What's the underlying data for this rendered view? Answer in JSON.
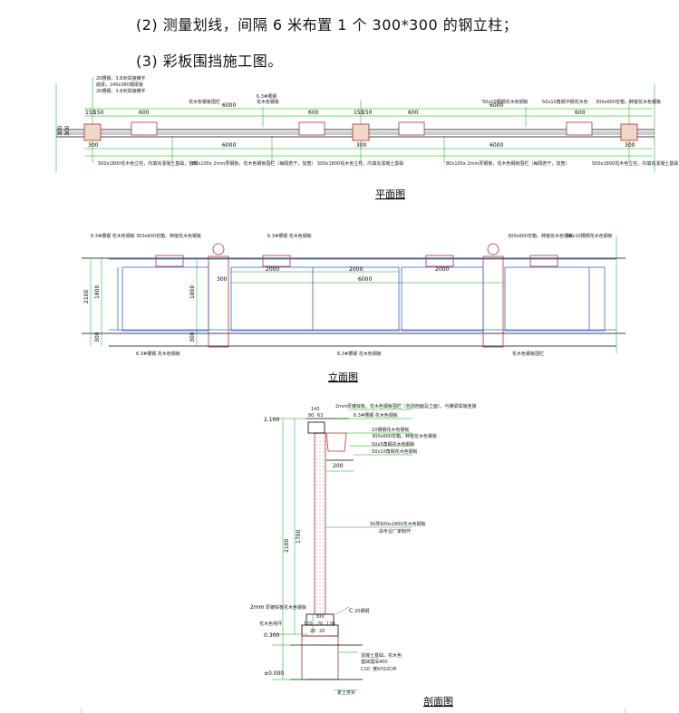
{
  "text": {
    "step2": "(2) 测量划线，间隔 6 米布置 1 个 300*300 的钢立柱；",
    "step3": "(3) 彩板围挡施工图。"
  },
  "plan": {
    "caption": "平面图",
    "notes_top": [
      "20槽钢，3.8米焊接横字",
      "底梁，240x360钢梁板",
      "20槽钢，3.8米焊接横字"
    ],
    "dims_top": [
      "150",
      "150",
      "600",
      "6000",
      "600",
      "150",
      "150",
      "600",
      "6000",
      "600"
    ],
    "dims_bottom": [
      "300",
      "6000",
      "300",
      "6000",
      "300"
    ],
    "dims_left": [
      "300",
      "300"
    ],
    "callouts_top": [
      "花木色钢板围栏",
      "6.3#槽钢",
      "花木色钢板",
      "50x10槽钢花木色钢板",
      "50x10角钢平钢花木色",
      "300x600花箱，种植花木色钢板"
    ],
    "callouts_bottom": [
      "500x1800花木色立柱，内填充混凝土基础，放样",
      "80x100x 2mm厚钢板，花木色钢板围栏（每隔若干，加宽）",
      "500x1800花木色立柱，内填充混凝土基础",
      "80x100x 2mm厚钢板，花木色钢板围栏（每隔若干，加宽）",
      "500x1800花木色立柱，内填充混凝土基础"
    ]
  },
  "elevation": {
    "caption": "立面图",
    "callouts_top": [
      "6.3#槽钢 花木色钢板",
      "300x600花箱，种植花木色钢板",
      "6.3#槽钢 花木色钢板",
      "300x600花箱，种植花木色钢板",
      "50x10槽钢花木色钢板"
    ],
    "callouts_bottom": [
      "6.3#槽钢 花木色钢板",
      "6.3#槽钢 花木色钢板",
      "花木色钢板围栏"
    ],
    "dims_left": [
      "2100",
      "1800",
      "300"
    ],
    "dims_mid": [
      "300",
      "1800",
      "300"
    ],
    "dims_panels": [
      "2000",
      "2000",
      "2000"
    ],
    "dim_span": "6000"
  },
  "section": {
    "caption": "剖面图",
    "elev_labels": [
      "2.100",
      "0.300",
      "±0.000"
    ],
    "dims_top": [
      "143",
      "80",
      "63"
    ],
    "dims_left": [
      "2100",
      "1700"
    ],
    "dim_200": "200",
    "dims_base": [
      "300",
      "120",
      "20",
      "120"
    ],
    "dims_base2": [
      "20",
      "20"
    ],
    "callouts": [
      "2mm厚镀锌板，花木色钢板围栏（包括剖面及立面），与横梁焊接连接",
      "6.3#槽钢 花木色钢板",
      "10槽钢花木色钢板",
      "300x600花箱，种植花木色钢板",
      "50x5角钢花木色钢板",
      "50x10角钢花木色钢板",
      "50厚600x1800花木色钢板",
      "由专业厂家制作"
    ],
    "label_2mm": "2mm",
    "label_2mm_rest": "厚镀锌板花木色钢板",
    "label_c": "C",
    "label_c_rest": "20槽钢",
    "label_ground": "花木色地坪",
    "label_found_a": "混凝土基础，花木色",
    "label_found_b": "基础埋深400",
    "label_c10": "C10",
    "label_size": "宽KH10CM",
    "label_bottom": "素土夯实"
  }
}
